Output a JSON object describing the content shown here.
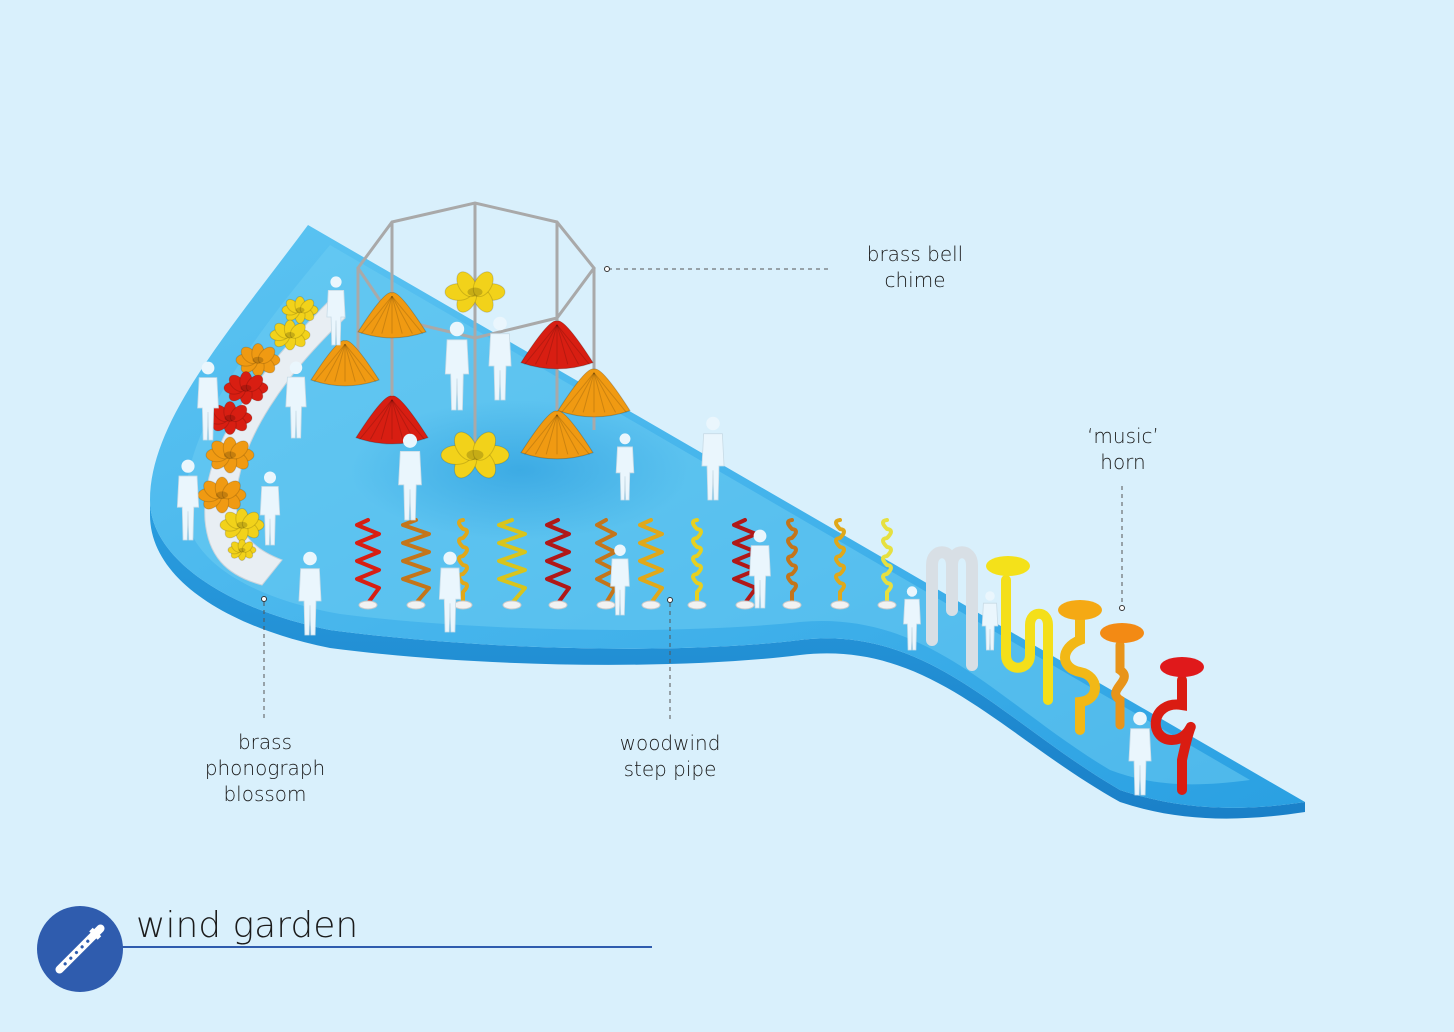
{
  "title": "wind garden",
  "colors": {
    "background": "#d9f0fc",
    "platform_top": "#4fb8ec",
    "platform_edge": "#1f8fd6",
    "badge": "#2f5cae",
    "yellow": "#f2d21a",
    "orange": "#f09a12",
    "red": "#d81e12",
    "figure": "#eaf6fd"
  },
  "badge_icon": "flute-icon",
  "labels": {
    "bell": [
      "brass bell",
      "chime"
    ],
    "horn": [
      "‘music’",
      "horn"
    ],
    "blossom": [
      "brass",
      "phonograph",
      "blossom"
    ],
    "pipe": [
      "woodwind",
      "step pipe"
    ]
  }
}
